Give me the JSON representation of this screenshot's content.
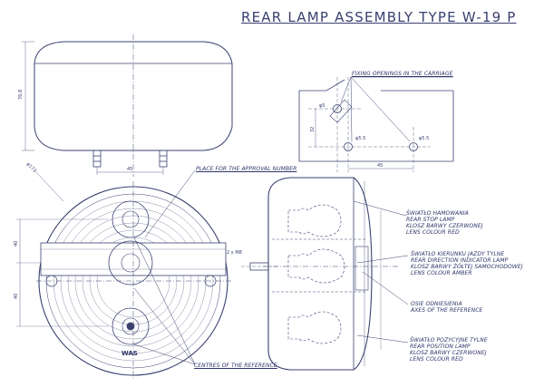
{
  "title": "REAR LAMP ASSEMBLY TYPE W-19 P",
  "labels": {
    "fixing_openings": "FIXING OPENINGS IN THE CARRIAGE",
    "approval_number": "PLACE FOR THE APPROVAL NUMBER",
    "stop_lamp": [
      "ŚWIATŁO HAMOWANIA",
      "REAR STOP LAMP",
      "KLOSZ BARWY CZERWONEJ",
      "LENS COLOUR RED"
    ],
    "direction_lamp": [
      "ŚWIATŁO KIERUNKU JAZDY TYLNE",
      "REAR DIRECTION INDICATOR LAMP",
      "KLOSZ BARWY ŻÓŁTEJ SAMOCHODOWEJ",
      "LENS COLOUR AMBER"
    ],
    "reference_axes": [
      "OSIE ODNIESIENIA",
      "AXES OF THE REFERENCE"
    ],
    "position_lamp": [
      "ŚWIATŁO POZYCYJNE TYLNE",
      "REAR POSITION LAMP",
      "KLOSZ BARWY CZERWONEJ",
      "LENS COLOUR RED"
    ],
    "centres_reference": "CENTRES OF THE REFERENCE"
  },
  "dimensions": {
    "height": "76.8",
    "diameter": "φ172",
    "stud_spacing": "45",
    "bolt_pitch": "45",
    "bolt_vertical": "32",
    "hole_dia_1": "φ5.5",
    "hole_dia_2": "φ5.5",
    "small_hole": "φ5",
    "upper_offset": "40",
    "lower_offset": "40",
    "thread": "2 x M8"
  },
  "marking": "WAS"
}
